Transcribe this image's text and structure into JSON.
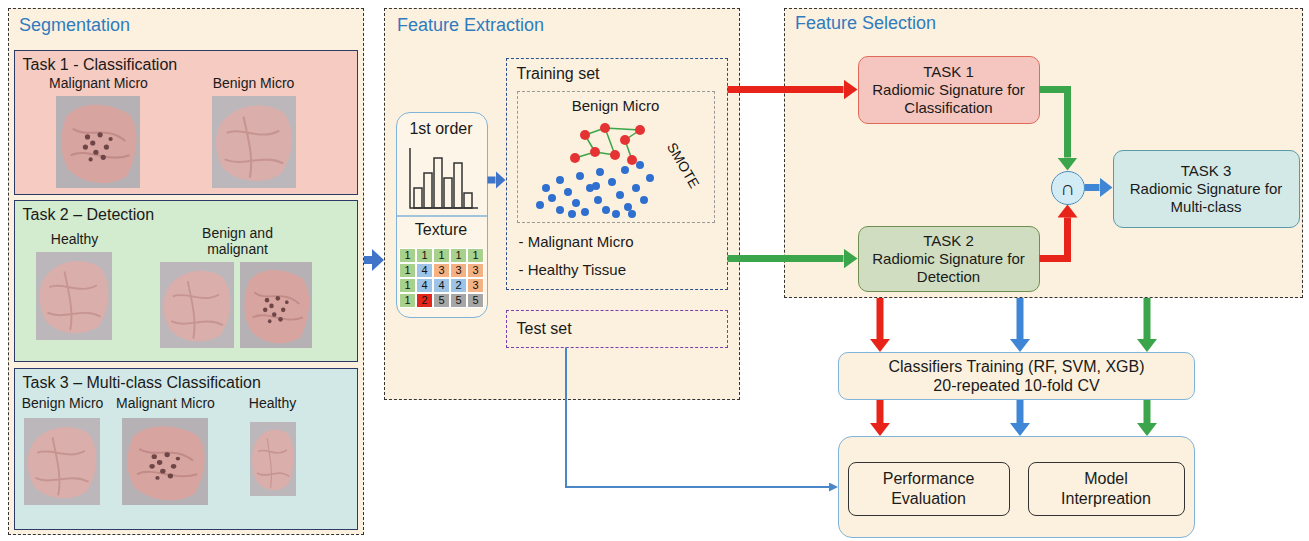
{
  "diagram": {
    "nodes": [
      {
        "text": [
          "Segmentation"
        ]
      },
      {
        "text": [
          "Task 1 - Classification",
          "Malignant Micro",
          "Benign Micro"
        ],
        "in": 0
      },
      {
        "text": [
          "Task 2 – Detection",
          "Healthy",
          "Benign and malignant"
        ],
        "in": 0
      },
      {
        "text": [
          "Task 3 – Multi-class Classification",
          "Benign Micro",
          "Malignant Micro",
          "Healthy"
        ],
        "in": 0
      },
      {
        "text": [
          "Feature Extraction"
        ]
      },
      {
        "text": [
          "1st order",
          "Texture"
        ],
        "in": 4
      },
      {
        "text": [
          "Training set",
          "- Malignant Micro",
          "- Healthy Tissue"
        ],
        "in": 4
      },
      {
        "text": [
          "Benign Micro"
        ],
        "in": 6
      },
      {
        "text": [
          "Test set"
        ],
        "in": 4
      },
      {
        "text": [
          "Feature Selection"
        ]
      },
      {
        "text": [
          "TASK 1",
          "Radiomic Signature for Classification"
        ],
        "in": 9
      },
      {
        "text": [
          "∩"
        ],
        "in": 9
      },
      {
        "text": [
          "TASK 3",
          "Radiomic Signature for Multi-class"
        ],
        "in": 9
      },
      {
        "text": [
          "TASK 2",
          "Radiomic Signature for Detection"
        ],
        "in": 9
      },
      {
        "text": [
          "Classifiers Training (RF, SVM, XGB) 20-repeated 10-fold CV"
        ]
      },
      {
        "text": []
      },
      {
        "text": [
          "Performance Evaluation"
        ],
        "in": 15
      },
      {
        "text": [
          "Model Interpreation"
        ],
        "in": 15
      }
    ],
    "edges": [
      {
        "from": 0,
        "to": 4,
        "arrow": "to"
      },
      {
        "from": 5,
        "to": 6,
        "arrow": "to"
      },
      {
        "from": 6,
        "to": 10,
        "arrow": "to"
      },
      {
        "from": 6,
        "to": 13,
        "arrow": "to"
      },
      {
        "from": 10,
        "to": 11,
        "arrow": "to"
      },
      {
        "from": 13,
        "to": 11,
        "arrow": "to"
      },
      {
        "from": 11,
        "to": 12,
        "arrow": "to"
      },
      {
        "from": 9,
        "to": 14,
        "arrow": "to"
      },
      {
        "from": 9,
        "to": 14,
        "arrow": "to"
      },
      {
        "from": 9,
        "to": 14,
        "arrow": "to"
      },
      {
        "from": 14,
        "to": 15,
        "arrow": "to"
      },
      {
        "from": 14,
        "to": 15,
        "arrow": "to"
      },
      {
        "from": 14,
        "to": 15,
        "arrow": "to"
      },
      {
        "from": 8,
        "to": 15,
        "arrow": "to"
      }
    ],
    "labels": [
      "1",
      "1",
      "1",
      "1",
      "1",
      "1",
      "4",
      "3",
      "3",
      "3",
      "1",
      "4",
      "4",
      "2",
      "3",
      "1",
      "2",
      "5",
      "5",
      "5",
      "SMOTE"
    ]
  }
}
